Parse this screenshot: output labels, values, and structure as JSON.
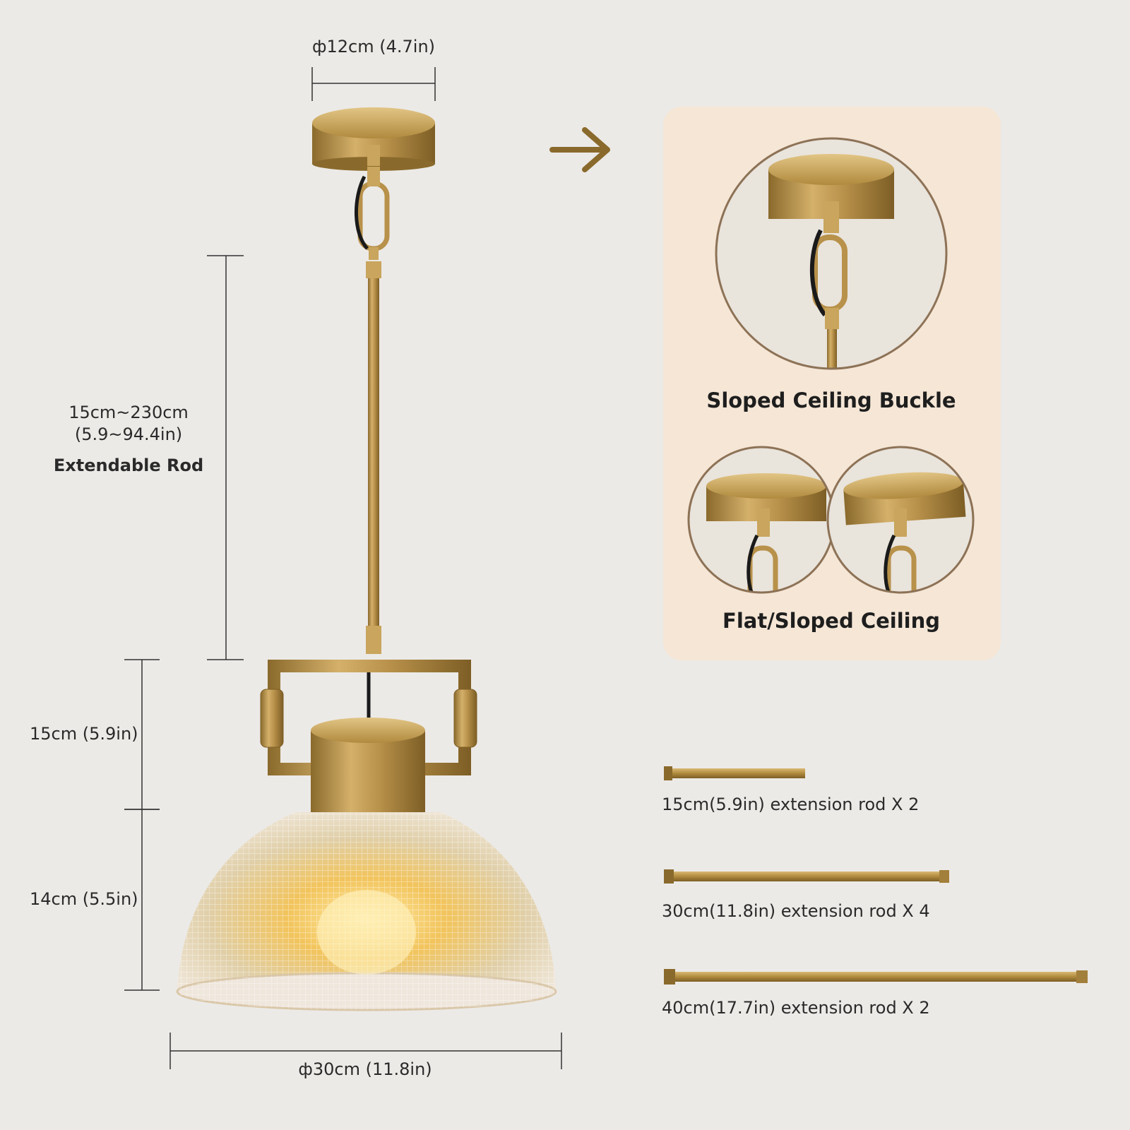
{
  "dimensions": {
    "canopy_diameter": "ф12cm (4.7in)",
    "rod_range": "15cm~230cm",
    "rod_range_in": "(5.9~94.4in)",
    "rod_title": "Extendable Rod",
    "frame_height": "15cm (5.9in)",
    "shade_height": "14cm (5.5in)",
    "shade_diameter": "ф30cm (11.8in)"
  },
  "panel": {
    "sloped_buckle": "Sloped Ceiling Buckle",
    "flat_sloped": "Flat/Sloped Ceiling"
  },
  "extension_rods": [
    {
      "label": "15cm(5.9in) extension rod X 2"
    },
    {
      "label": "30cm(11.8in) extension rod X 4"
    },
    {
      "label": "40cm(17.7in) extension rod X 2"
    }
  ],
  "icons": {
    "arrow": "arrow-right-icon"
  },
  "colors": {
    "brass": "#b08a3e",
    "panel_bg": "#f5e6d6",
    "circle_border": "#8d7256",
    "background": "#eceae7"
  }
}
